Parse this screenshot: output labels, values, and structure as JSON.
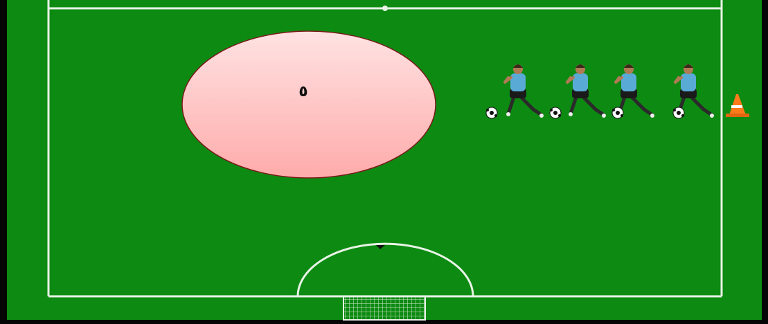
{
  "scene": {
    "type": "football-training-drill",
    "zone_label": "٥",
    "colors": {
      "grass": "#0d8a12",
      "lines": "#e8f3e6",
      "zone_fill_top": "#ffe0e0",
      "zone_fill_bottom": "#ffb0b0",
      "player_shirt": "#5aaad6",
      "player_shorts": "#1a1a1a",
      "cone": "#ff7a1a"
    },
    "icons": [
      "player-icon",
      "ball-icon",
      "cone-icon",
      "goal-net-icon"
    ],
    "player_count": 4,
    "ball_count": 4,
    "cone_count": 1
  }
}
